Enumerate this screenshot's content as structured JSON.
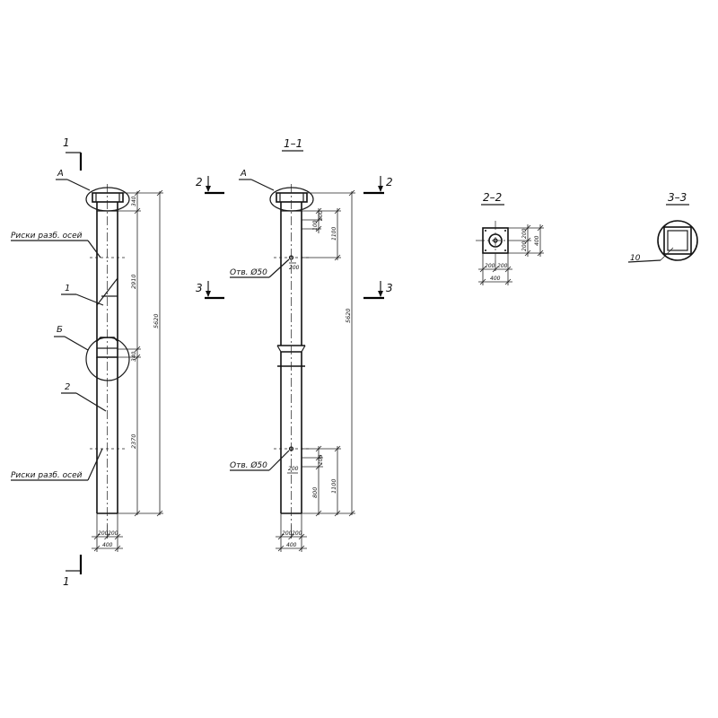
{
  "sections": {
    "s1_top": "1",
    "s1_bottom": "1",
    "s1_title": "1–1",
    "s2_left": "2",
    "s2_right": "2",
    "s3_left": "3",
    "s3_right": "3",
    "s2_title": "2–2",
    "s3_title": "3–3"
  },
  "callouts": {
    "a_left": "А",
    "a_mid": "А",
    "b_left": "Б",
    "pos1": "1",
    "pos2": "2",
    "pos10": "10",
    "risks_top": "Риски разб. осей",
    "risks_bottom": "Риски разб. осей",
    "hole_top": "Отв. Ø50",
    "hole_bottom": "Отв. Ø50"
  },
  "dims": {
    "left_340_top": "340",
    "left_2910": "2910",
    "left_5620": "5620",
    "left_340_mid": "340",
    "left_2370": "2370",
    "left_200a": "200",
    "left_200b": "200",
    "left_400": "400",
    "mid_1100_top": "1100",
    "mid_100": "100",
    "mid_200_top": "200",
    "mid_5620": "5620",
    "mid_200_hole_top": "200",
    "mid_200_hole_bot": "200",
    "mid_100_bot": "100",
    "mid_800": "800",
    "mid_1100_bot": "1100",
    "mid_200a": "200",
    "mid_200b": "200",
    "mid_400": "400",
    "s2_200a": "200",
    "s2_200b": "200",
    "s2_400_bottom": "400",
    "s2_200_v": "200",
    "s2_200_v2": "200",
    "s2_400_right": "400"
  }
}
